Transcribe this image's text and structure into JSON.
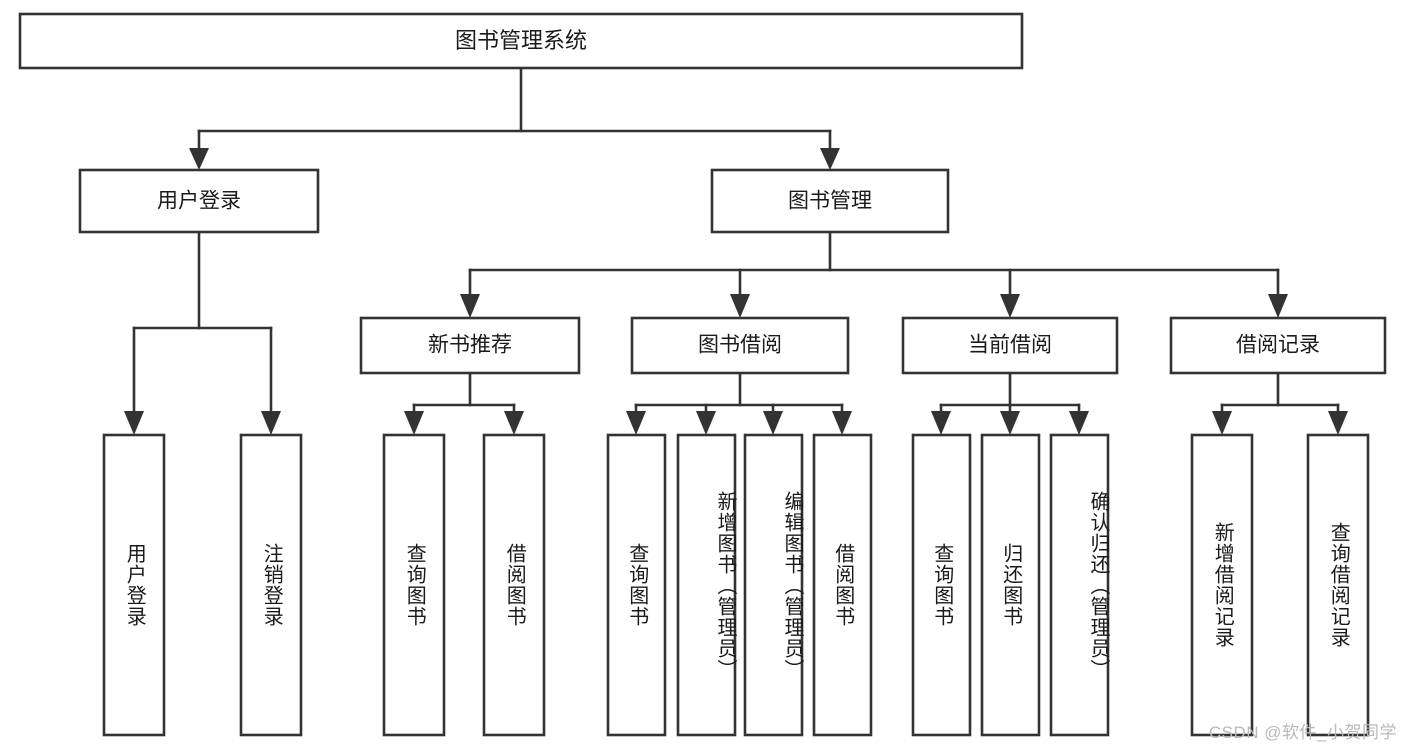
{
  "diagram": {
    "type": "tree-hierarchy",
    "title": "图书管理系统",
    "watermark": "CSDN @软件_小贺同学",
    "colors": {
      "stroke": "#333333",
      "box_fill": "#ffffff",
      "text": "#1a1a1a",
      "background": "#ffffff",
      "watermark": "#b9b9b9"
    },
    "levels": {
      "root": {
        "label": "图书管理系统"
      },
      "level2": [
        {
          "label": "用户登录"
        },
        {
          "label": "图书管理"
        }
      ],
      "level3": [
        {
          "label": "新书推荐"
        },
        {
          "label": "图书借阅"
        },
        {
          "label": "当前借阅"
        },
        {
          "label": "借阅记录"
        }
      ]
    },
    "leaves": {
      "user_login": [
        {
          "label": "用户登录"
        },
        {
          "label": "注销登录"
        }
      ],
      "new_book_recommend": [
        {
          "label": "查询图书"
        },
        {
          "label": "借阅图书"
        }
      ],
      "book_borrow": [
        {
          "label": "查询图书"
        },
        {
          "label": "新增图书（管理员）"
        },
        {
          "label": "编辑图书（管理员）"
        },
        {
          "label": "借阅图书"
        }
      ],
      "current_borrow": [
        {
          "label": "查询图书"
        },
        {
          "label": "归还图书"
        },
        {
          "label": "确认归还（管理员）"
        }
      ],
      "borrow_record": [
        {
          "label": "新增借阅记录"
        },
        {
          "label": "查询借阅记录"
        }
      ]
    }
  }
}
